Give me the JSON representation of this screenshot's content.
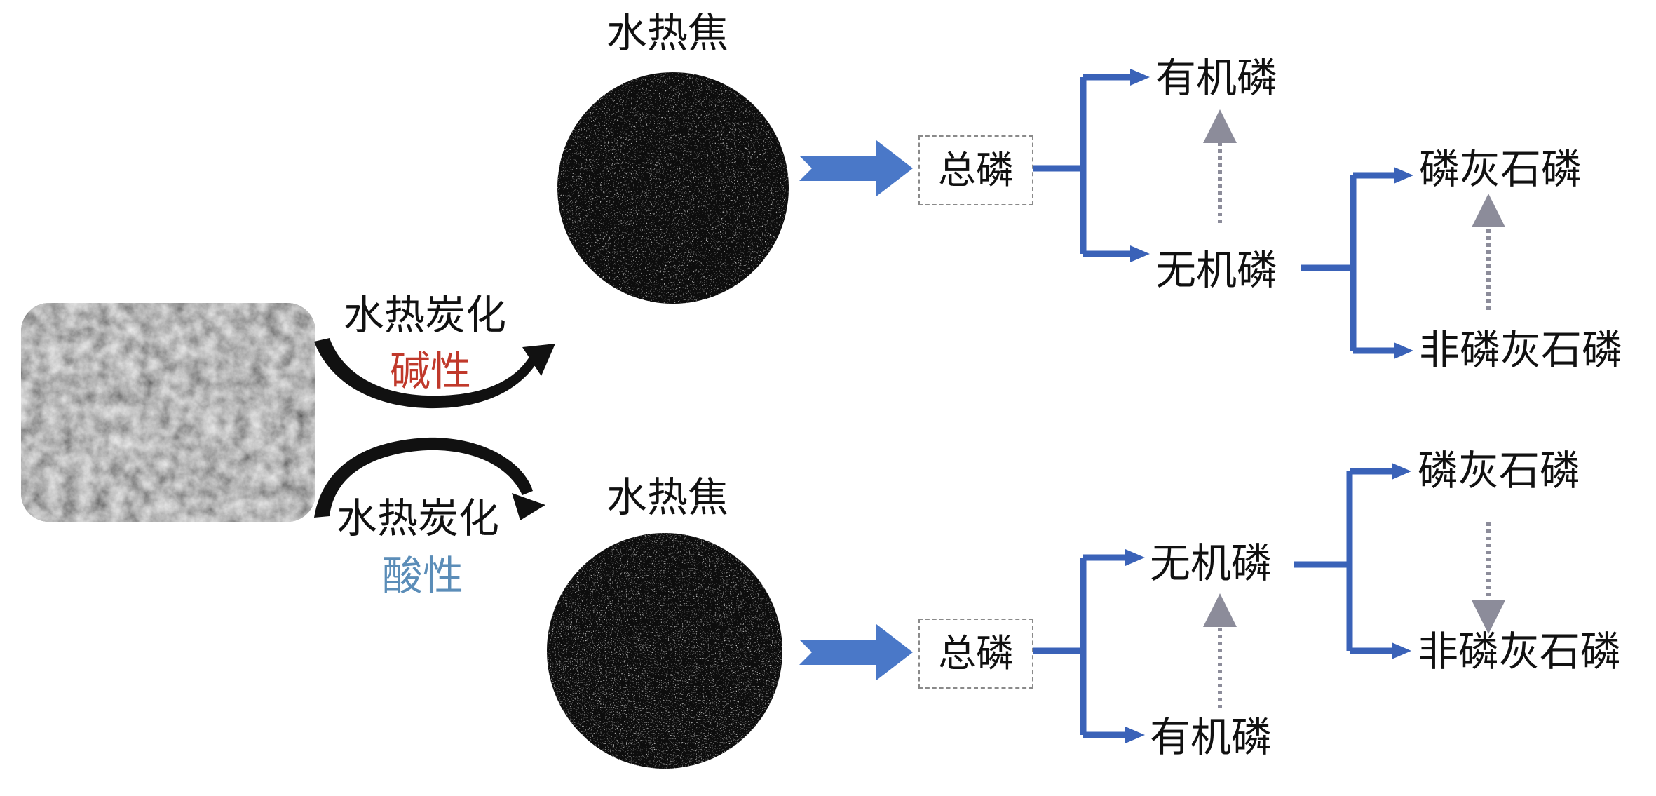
{
  "top": {
    "char_label": "水热焦",
    "process": "水热炭化",
    "condition": "碱性",
    "condition_color": "#c0392b",
    "total": "总磷",
    "branch1_a": "有机磷",
    "branch1_b": "无机磷",
    "branch2_a": "磷灰石磷",
    "branch2_b": "非磷灰石磷"
  },
  "bottom": {
    "char_label": "水热焦",
    "process": "水热炭化",
    "condition": "酸性",
    "condition_color": "#5b8db8",
    "total": "总磷",
    "branch1_a": "无机磷",
    "branch1_b": "有机磷",
    "branch2_a": "磷灰石磷",
    "branch2_b": "非磷灰石磷"
  },
  "colors": {
    "arrow_blue": "#3a62b8",
    "dotted_arrow": "#8c8c9a",
    "curved_arrow": "#111111",
    "char_dark": "#111111",
    "sludge_gray": "#8a8a8a"
  },
  "icons": {
    "sludge": "sludge-photo-icon",
    "char": "hydrochar-particle-icon"
  }
}
